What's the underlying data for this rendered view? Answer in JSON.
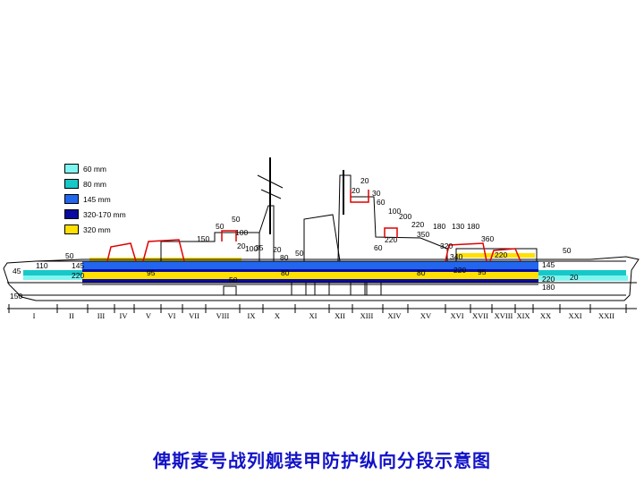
{
  "caption": "俾斯麦号战列舰装甲防护纵向分段示意图",
  "legend": [
    {
      "label": "60 mm",
      "color": "#7ff5f0"
    },
    {
      "label": "80 mm",
      "color": "#18c8c8"
    },
    {
      "label": "145 mm",
      "color": "#2266ee"
    },
    {
      "label": "320-170 mm",
      "color": "#0a0aa0"
    },
    {
      "label": "320 mm",
      "color": "#ffe000"
    }
  ],
  "sections": [
    "I",
    "II",
    "III",
    "IV",
    "V",
    "VI",
    "VII",
    "VIII",
    "IX",
    "X",
    "XI",
    "XII",
    "XIII",
    "XIV",
    "XV",
    "XVI",
    "XVII",
    "XVIII",
    "XIX",
    "XX",
    "XXI",
    "XXII"
  ],
  "thickness_labels": [
    "50",
    "45",
    "110",
    "150",
    "145",
    "220",
    "95",
    "50",
    "50",
    "150",
    "100",
    "50",
    "20",
    "100",
    "35",
    "20",
    "80",
    "80",
    "50",
    "20",
    "20",
    "30",
    "60",
    "100",
    "200",
    "220",
    "350",
    "220",
    "60",
    "180",
    "130",
    "180",
    "360",
    "320",
    "220",
    "340",
    "220",
    "95",
    "80",
    "50",
    "145",
    "220",
    "20",
    "180"
  ],
  "colors": {
    "outline": "#000000",
    "red": "#e00000",
    "caption": "#1212c8"
  }
}
